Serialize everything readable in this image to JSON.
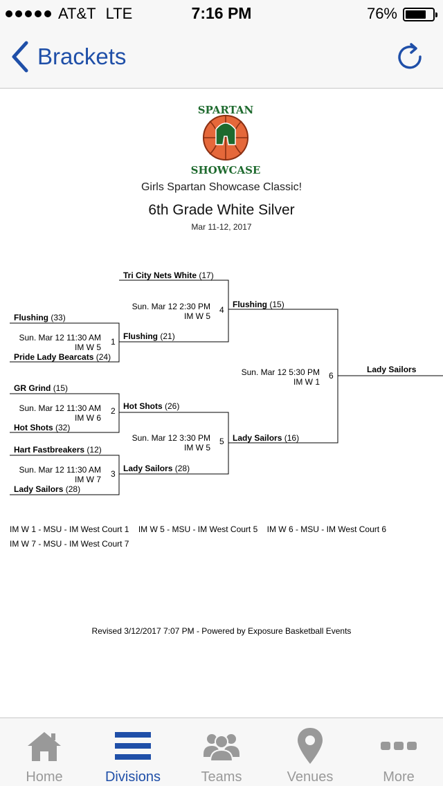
{
  "status_bar": {
    "carrier": "AT&T",
    "network": "LTE",
    "time": "7:16 PM",
    "battery_text": "76%",
    "battery_level": 0.76
  },
  "nav": {
    "back_label": "Brackets"
  },
  "header": {
    "event_name": "Girls Spartan Showcase Classic!",
    "division": "6th Grade White Silver",
    "dates": "Mar 11-12, 2017"
  },
  "bracket": {
    "games": [
      {
        "number": "1",
        "time": "Sun. Mar 12 11:30 AM",
        "court": "IM W 5",
        "top": {
          "name": "Flushing",
          "score": "(33)"
        },
        "bottom": {
          "name": "Pride Lady Bearcats",
          "score": "(24)"
        },
        "winner": {
          "name": "Flushing",
          "score": "(21)"
        }
      },
      {
        "number": "2",
        "time": "Sun. Mar 12 11:30 AM",
        "court": "IM W 6",
        "top": {
          "name": "GR Grind",
          "score": "(15)"
        },
        "bottom": {
          "name": "Hot Shots",
          "score": "(32)"
        },
        "winner": {
          "name": "Hot Shots",
          "score": "(26)"
        }
      },
      {
        "number": "3",
        "time": "Sun. Mar 12 11:30 AM",
        "court": "IM W 7",
        "top": {
          "name": "Hart Fastbreakers",
          "score": "(12)"
        },
        "bottom": {
          "name": "Lady Sailors",
          "score": "(28)"
        },
        "winner": {
          "name": "Lady Sailors",
          "score": "(28)"
        }
      },
      {
        "number": "4",
        "time": "Sun. Mar 12 2:30 PM",
        "court": "IM W 5",
        "top": {
          "name": "Tri City Nets White",
          "score": "(17)"
        },
        "winner": {
          "name": "Flushing",
          "score": "(15)"
        }
      },
      {
        "number": "5",
        "time": "Sun. Mar 12 3:30 PM",
        "court": "IM W 5",
        "winner": {
          "name": "Lady Sailors",
          "score": "(16)"
        }
      },
      {
        "number": "6",
        "time": "Sun. Mar 12 5:30 PM",
        "court": "IM W 1",
        "winner": {
          "name": "Lady Sailors"
        }
      }
    ]
  },
  "courts": [
    "IM W 1 - MSU - IM West Court 1",
    "IM W 5 - MSU - IM West Court 5",
    "IM W 6 - MSU - IM West Court 6",
    "IM W 7 - MSU - IM West Court 7"
  ],
  "footer_note": "Revised 3/12/2017 7:07 PM - Powered by Exposure Basketball Events",
  "logo": {
    "top": "SPARTAN",
    "bottom": "SHOWCASE"
  },
  "tabs": [
    {
      "label": "Home",
      "icon": "home-icon"
    },
    {
      "label": "Divisions",
      "icon": "menu-icon",
      "active": true
    },
    {
      "label": "Teams",
      "icon": "people-icon"
    },
    {
      "label": "Venues",
      "icon": "map-pin-icon"
    },
    {
      "label": "More",
      "icon": "more-icon"
    }
  ],
  "colors": {
    "accent": "#1f4fa8",
    "inactive": "#999999",
    "logo_green": "#1e6a2e",
    "logo_orange": "#e5683a"
  }
}
